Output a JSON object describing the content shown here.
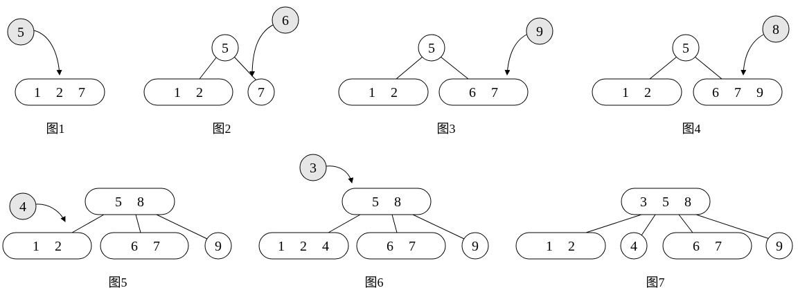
{
  "figures": [
    {
      "caption": "图1",
      "new_key": "5",
      "nodes": [
        [
          "1",
          "2",
          "7"
        ]
      ]
    },
    {
      "caption": "图2",
      "new_key": "6",
      "nodes": [
        [
          "5"
        ],
        [
          "1",
          "2"
        ],
        [
          "7"
        ]
      ]
    },
    {
      "caption": "图3",
      "new_key": "9",
      "nodes": [
        [
          "5"
        ],
        [
          "1",
          "2"
        ],
        [
          "6",
          "7"
        ]
      ]
    },
    {
      "caption": "图4",
      "new_key": "8",
      "nodes": [
        [
          "5"
        ],
        [
          "1",
          "2"
        ],
        [
          "6",
          "7",
          "9"
        ]
      ]
    },
    {
      "caption": "图5",
      "new_key": "4",
      "nodes": [
        [
          "5",
          "8"
        ],
        [
          "1",
          "2"
        ],
        [
          "6",
          "7"
        ],
        [
          "9"
        ]
      ]
    },
    {
      "caption": "图6",
      "new_key": "3",
      "nodes": [
        [
          "5",
          "8"
        ],
        [
          "1",
          "2",
          "4"
        ],
        [
          "6",
          "7"
        ],
        [
          "9"
        ]
      ]
    },
    {
      "caption": "图7",
      "new_key": "",
      "nodes": [
        [
          "3",
          "5",
          "8"
        ],
        [
          "1",
          "2"
        ],
        [
          "4"
        ],
        [
          "6",
          "7"
        ],
        [
          "9"
        ]
      ]
    }
  ],
  "colors": {
    "new_key_fill": "#e6e6e6",
    "stroke": "#000000",
    "background": "#ffffff"
  }
}
